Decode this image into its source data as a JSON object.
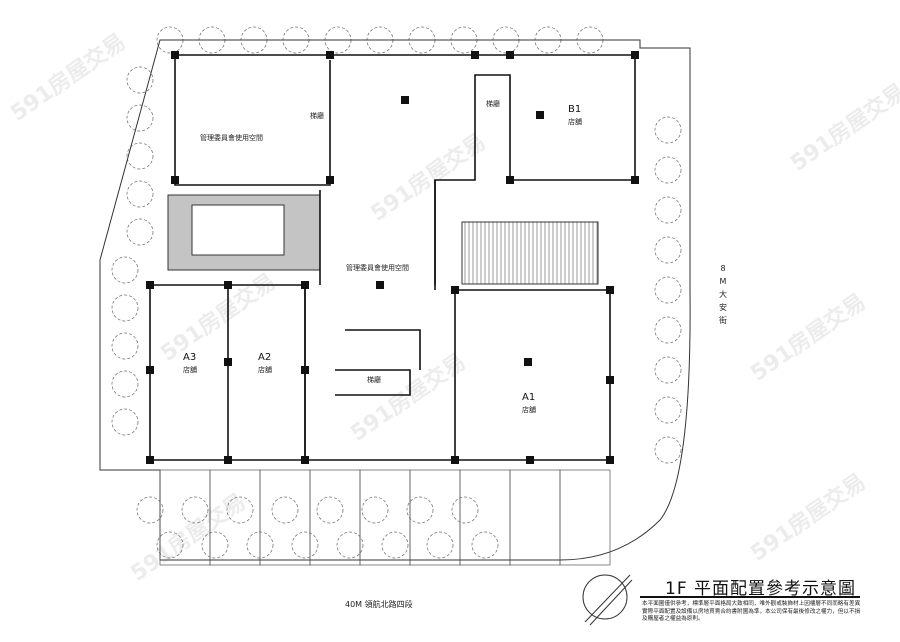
{
  "plan": {
    "title": "1F 平面配置參考示意圖",
    "disclaimer": "本平面圖僅供參考，標準層平面格局大致相同，唯外觀或裝飾材上因樓層不同而略有差異實際平面配置及設備以房地買賣合約書附圖為準，本公司保有最後修改之權力，但以不損及購屋者之權益為原則。",
    "roads": {
      "bottom": "40M 領航北路四段",
      "right": [
        "8",
        "M",
        "大",
        "安",
        "街"
      ]
    },
    "rooms": {
      "mgmt_top": "管理委員會使用空間",
      "mgmt_center": "管理委員會使用空間",
      "lobby_1": "梯廳",
      "lobby_2": "梯廳",
      "lobby_3": "梯廳",
      "b1": "B1",
      "a1": "A1",
      "a2": "A2",
      "a3": "A3",
      "shop": "店舖"
    },
    "watermark": "591房屋交易"
  },
  "colors": {
    "wall": "#111111",
    "line": "#333333",
    "pool": "#bdbdbd",
    "tree": "#555555"
  }
}
